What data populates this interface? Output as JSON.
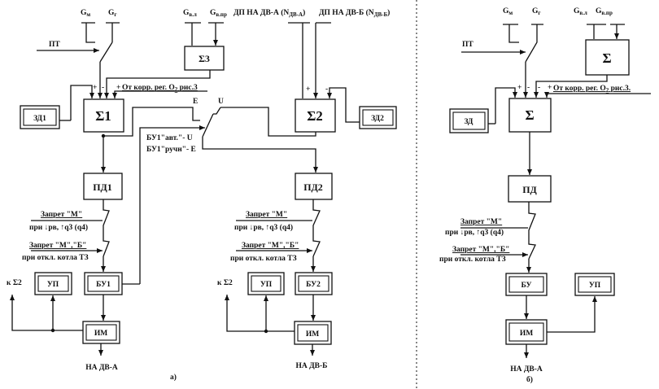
{
  "part_a": {
    "label": "а)",
    "inputs": {
      "g_m": "G",
      "g_m_sub": "м",
      "g_g": "G",
      "g_g_sub": "г",
      "g_vl": "G",
      "g_vl_sub": "в.л",
      "g_vpr": "G",
      "g_vpr_sub": "в.пр",
      "pt": "ПТ"
    },
    "dp_label_a": "ДП НА ДВ-А (N",
    "dp_label_a_sub": "ДВ-А",
    "dp_label_a_end": ")",
    "dp_label_b": "ДП НА ДВ-Б (N",
    "dp_label_b_sub": "ДВ-Б",
    "dp_label_b_end": ")",
    "o2_label": "От корр. рег. O",
    "o2_sub": "2",
    "o2_end": " рис.3",
    "signs": [
      "+",
      "-",
      "+",
      "+",
      "-"
    ],
    "blocks": {
      "sum1": "Σ1",
      "sum2": "Σ2",
      "sum3": "Σ3",
      "zd1": "ЗД1",
      "zd2": "ЗД2",
      "pd1": "ПД1",
      "pd2": "ПД2",
      "bu1": "БУ1",
      "bu2": "БУ2",
      "up1": "УП",
      "up2": "УП",
      "im1": "ИМ",
      "im2": "ИМ"
    },
    "switch": {
      "e": "E",
      "u": "U",
      "auto": "БУ1\"авт.\"- U",
      "manual": "БУ1\"ручн\"- E"
    },
    "interlock1": "Запрет \"М\"",
    "interlock1_cond": "при ↓pв, ↑q3 (q4)",
    "interlock2": "Запрет \"М\",\"Б\"",
    "interlock2_cond": "при откл. котла ТЗ",
    "to_sum2": "к Σ2",
    "out_a": "НА ДВ-А",
    "out_b": "НА ДВ-Б"
  },
  "part_b": {
    "label": "б)",
    "inputs": {
      "g_m": "G",
      "g_m_sub": "м",
      "g_g": "G",
      "g_g_sub": "г",
      "g_vl": "G",
      "g_vl_sub": "в.л",
      "g_vpr": "G",
      "g_vpr_sub": "в.пр",
      "pt": "ПТ"
    },
    "o2_label": "От корр. рег. O",
    "o2_sub": "2",
    "o2_end": " рис.3.",
    "signs": [
      "+",
      "-",
      "-",
      "+"
    ],
    "blocks": {
      "sum_top": "Σ",
      "sum": "Σ",
      "zd": "ЗД",
      "pd": "ПД",
      "bu": "БУ",
      "up": "УП",
      "im": "ИМ"
    },
    "interlock1": "Запрет \"М\"",
    "interlock1_cond": "при ↓pв, ↑q3 (q4)",
    "interlock2": "Запрет \"М\",\"Б\"",
    "interlock2_cond": "при откл. котла ТЗ",
    "out": "НА ДВ-А"
  }
}
